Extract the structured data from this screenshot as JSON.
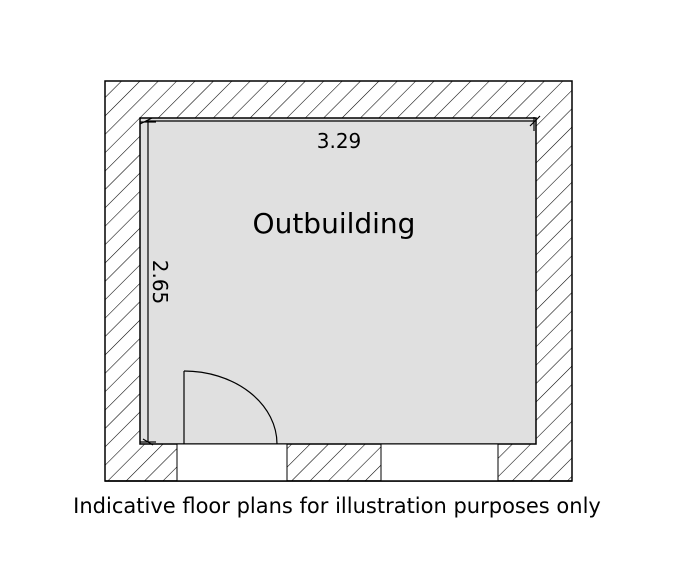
{
  "plan": {
    "room_name": "Outbuilding",
    "width_dimension": "3.29",
    "depth_dimension": "2.65",
    "disclaimer": "Indicative floor plans for illustration purposes only"
  },
  "colors": {
    "room_fill": "#e0e0e0",
    "wall_stroke": "#000000",
    "background": "#ffffff"
  }
}
